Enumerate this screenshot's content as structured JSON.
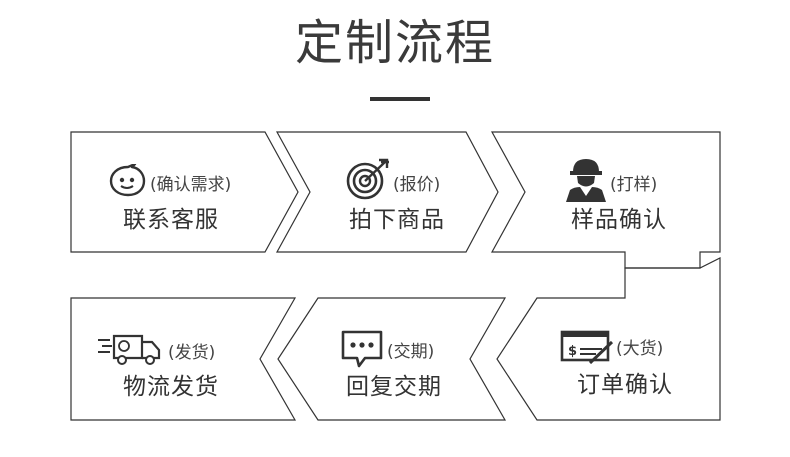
{
  "title": "定制流程",
  "steps": [
    {
      "main": "联系客服",
      "sub": "(确认需求)",
      "icon": "chat-bubble-icon"
    },
    {
      "main": "拍下商品",
      "sub": "(报价)",
      "icon": "target-icon"
    },
    {
      "main": "样品确认",
      "sub": "(打样)",
      "icon": "worker-icon"
    },
    {
      "main": "订单确认",
      "sub": "(大货)",
      "icon": "cheque-pen-icon"
    },
    {
      "main": "回复交期",
      "sub": "(交期)",
      "icon": "message-icon"
    },
    {
      "main": "物流发货",
      "sub": "(发货)",
      "icon": "delivery-van-icon"
    }
  ],
  "colors": {
    "stroke": "#333333",
    "text": "#333333"
  }
}
